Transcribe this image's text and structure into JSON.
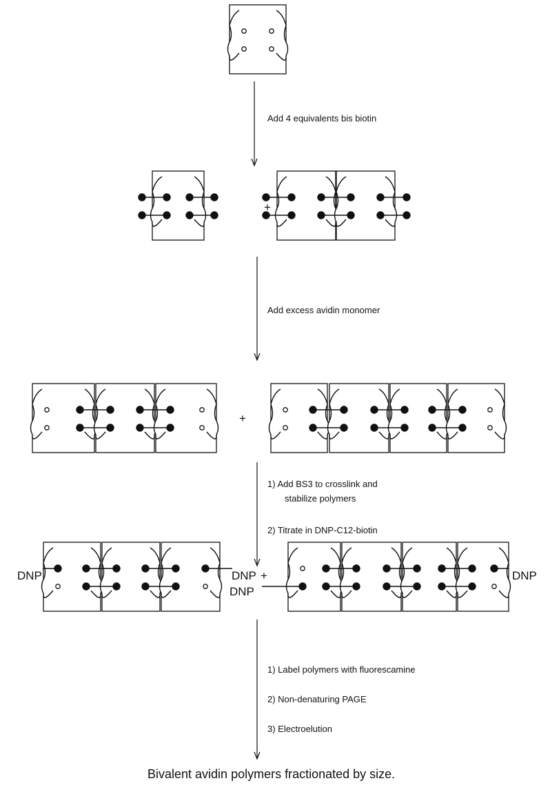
{
  "steps": {
    "step1": {
      "line1": "Add 4 equivalents bis biotin"
    },
    "step2": {
      "line1": "Add excess avidin monomer"
    },
    "step3": {
      "item1_line1": "1)  Add  BS3   to crosslink and",
      "item1_line2": "stabilize polymers",
      "item2": "2)  Titrate in DNP-C12-biotin"
    },
    "step4": {
      "item1": "1)  Label  polymers with fluorescamine",
      "item2": "2)   Non-denaturing PAGE",
      "item3": "3)  Electroelution"
    }
  },
  "operators": {
    "plus": "+"
  },
  "labels": {
    "dnp": "DNP"
  },
  "caption": "Bivalent avidin polymers fractionated by size."
}
